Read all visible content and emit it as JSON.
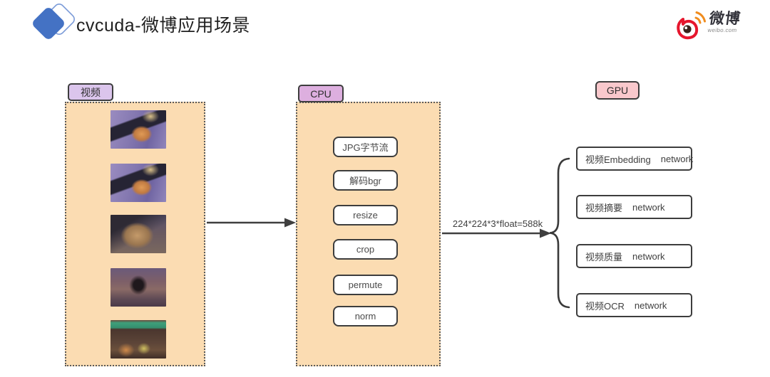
{
  "slide": {
    "title": "cvcuda-微博应用场景"
  },
  "brand": {
    "logo_icon": "blue-diamond-logo",
    "weibo_icon": "weibo-eye-icon",
    "weibo_name": "微博",
    "weibo_domain": "weibo.com"
  },
  "pipeline": {
    "video": {
      "label": "视频",
      "frames": [
        "video-frame-1",
        "video-frame-2",
        "video-frame-3",
        "video-frame-4",
        "video-frame-5"
      ]
    },
    "cpu": {
      "label": "CPU",
      "steps": [
        "JPG字节流",
        "解码bgr",
        "resize",
        "crop",
        "permute",
        "norm"
      ]
    },
    "gpu": {
      "label": "GPU",
      "networks": [
        {
          "name": "视频Embedding",
          "type": "network"
        },
        {
          "name": "视频摘要",
          "type": "network"
        },
        {
          "name": "视频质量",
          "type": "network"
        },
        {
          "name": "视频OCR",
          "type": "network"
        }
      ]
    },
    "transfer_label": "224*224*3*float=588k"
  },
  "colors": {
    "panel_fill": "#fbdcb2",
    "video_label_fill": "#dbc5ec",
    "cpu_label_fill": "#ddafdf",
    "gpu_label_fill": "#f9c8cc",
    "box_border": "#3d3d3d",
    "arrow": "#3f3f3f",
    "logo_blue": "#4472c4",
    "weibo_red": "#e6162d",
    "weibo_orange": "#f08c1e"
  }
}
